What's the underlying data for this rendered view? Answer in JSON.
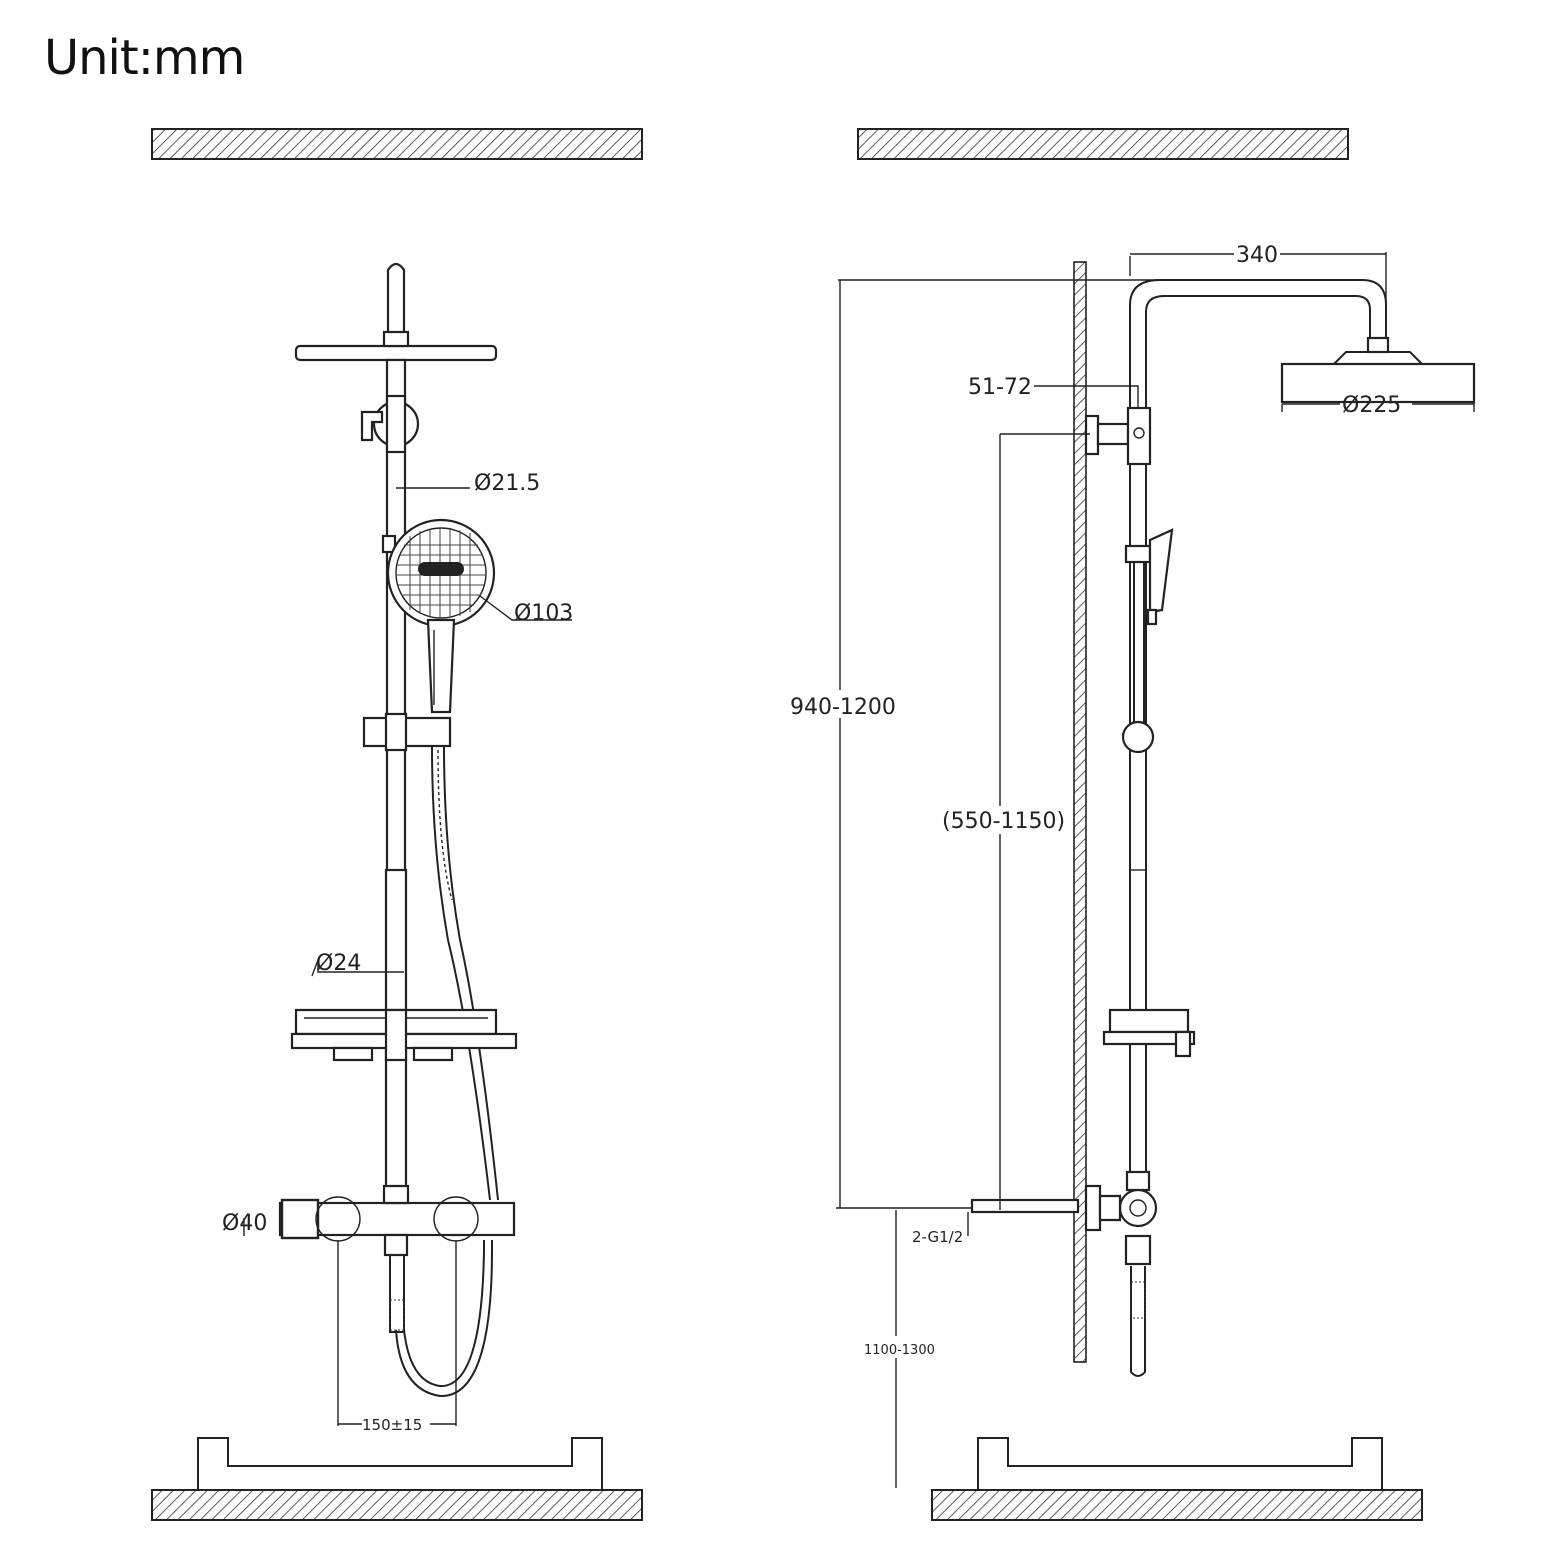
{
  "unit": "Unit:mm",
  "front_view": {
    "dims": {
      "bar_diameter": "Ø21.5",
      "hand_shower_diameter": "Ø103",
      "rail_diameter": "Ø24",
      "mixer_diameter": "Ø40",
      "center_spacing": "150±15"
    }
  },
  "side_view": {
    "dims": {
      "arm_reach": "340",
      "head_diameter": "Ø225",
      "bracket_offset": "51-72",
      "overall_height": "940-1200",
      "bracket_height": "(550-1150)",
      "inlet": "2-G1/2",
      "mount_height": "1100-1300"
    }
  }
}
